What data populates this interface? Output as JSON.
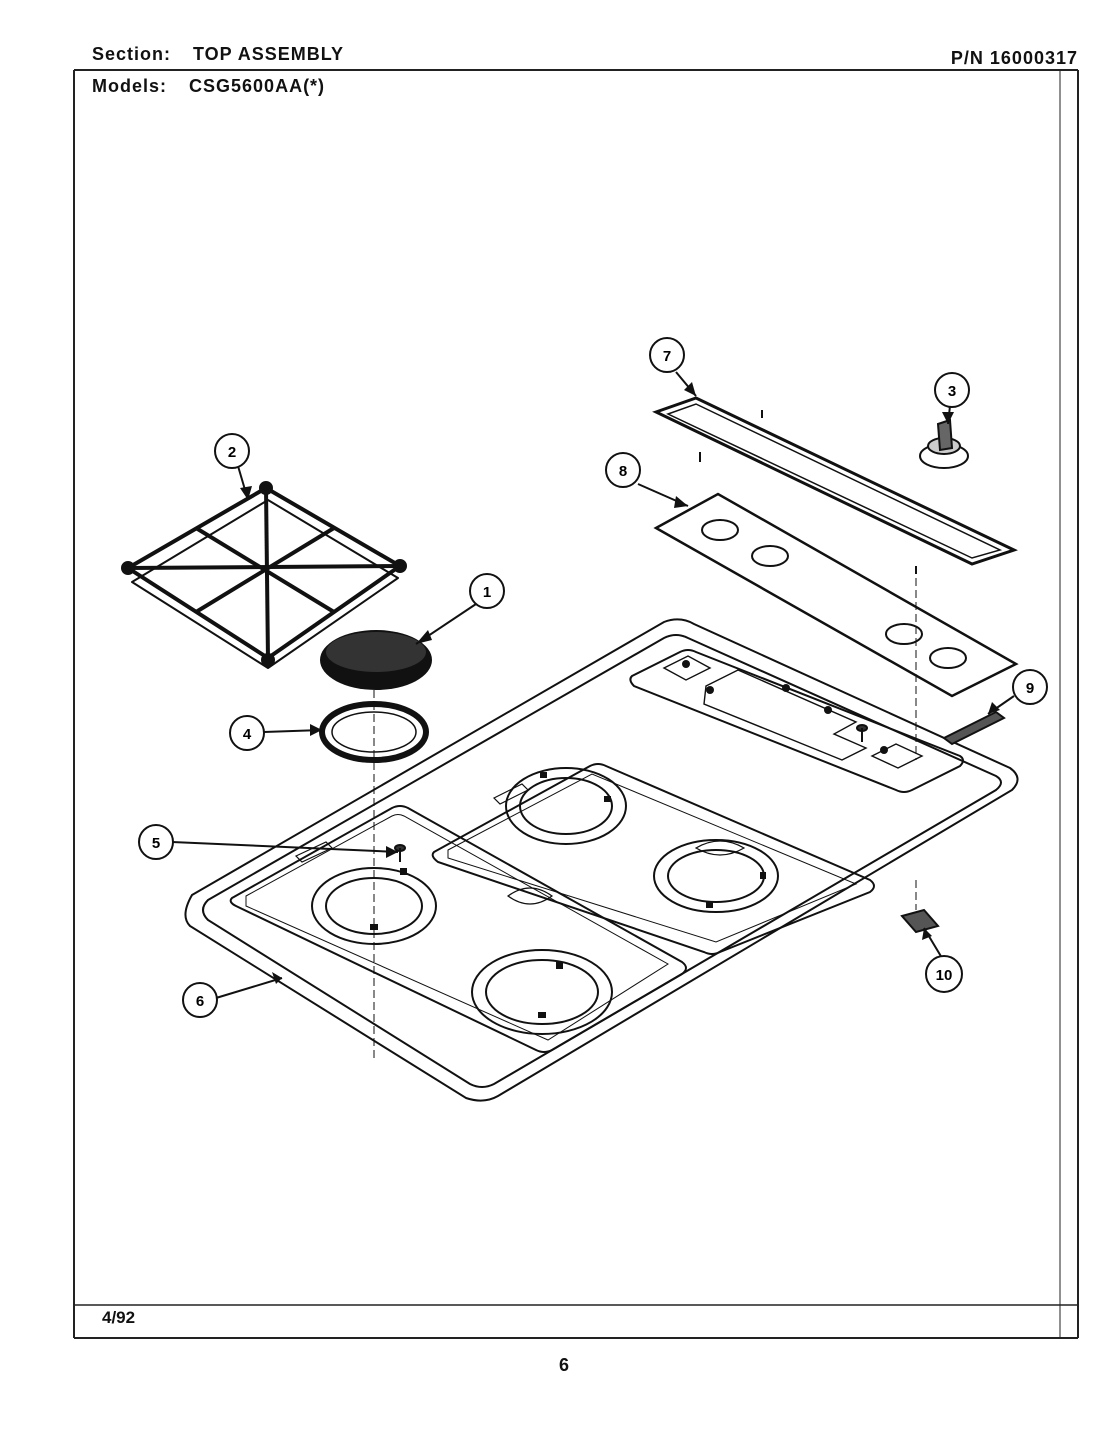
{
  "header": {
    "section_label": "Section:",
    "section_value": "TOP ASSEMBLY",
    "part_number": "P/N 16000317",
    "models_label": "Models:",
    "models_value": "CSG5600AA(*)"
  },
  "callouts": [
    "1",
    "2",
    "3",
    "4",
    "5",
    "6",
    "7",
    "8",
    "9",
    "10"
  ],
  "footer": {
    "date": "4/92",
    "page": "6"
  }
}
